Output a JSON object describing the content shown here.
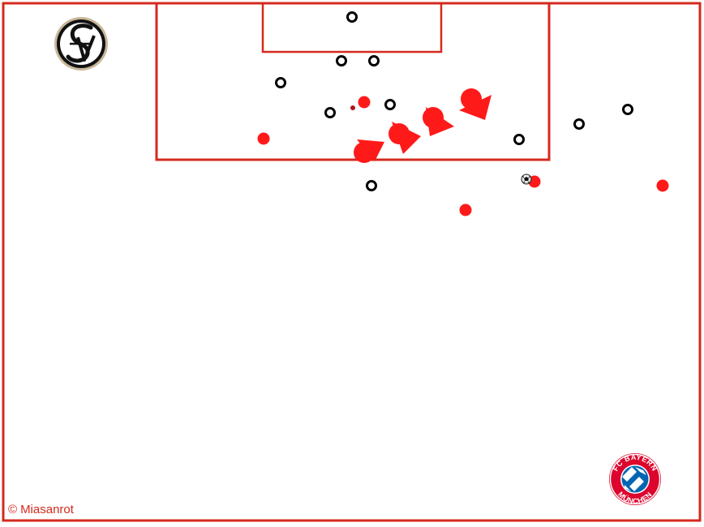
{
  "credit": {
    "symbol": "©",
    "text": "Miasanrot"
  },
  "colors": {
    "pitch_lines": "#d42a1e",
    "attack": "#ff1a1a",
    "defence": "#000000",
    "bayern_red": "#dc052d",
    "bayern_blue": "#0066b2"
  },
  "logos": {
    "home": {
      "icon": "elversberg-crest-icon",
      "monogram": "SV"
    },
    "away": {
      "icon": "fc-bayern-crest-icon",
      "text_top": "FC BAYERN",
      "text_bottom": "MÜNCHEN"
    }
  },
  "ball": {
    "icon": "football-icon"
  }
}
